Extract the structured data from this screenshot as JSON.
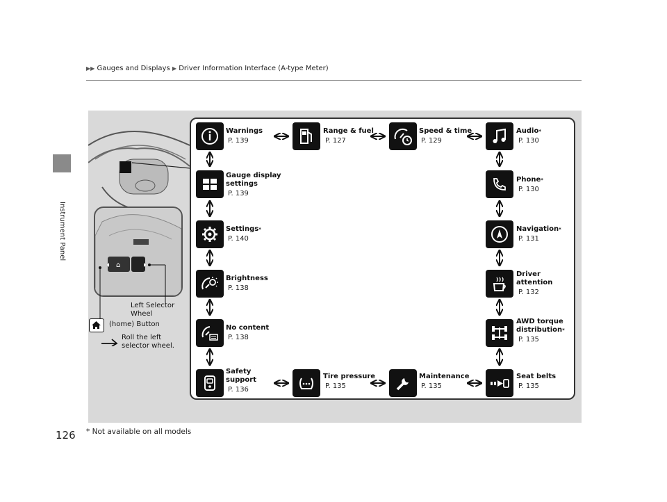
{
  "header": {
    "breadcrumb_1": "Gauges and Displays",
    "breadcrumb_2": "Driver Information Interface (A-type Meter)"
  },
  "side_label": "Instrument Panel",
  "page_number": "126",
  "footnote": "* Not available on all models",
  "annotations": {
    "left_selector": "Left Selector\nWheel",
    "home_button": "(home) Button",
    "roll": "Roll the left\nselector wheel."
  },
  "menu": {
    "warnings": {
      "label": "Warnings",
      "page": "P. 139"
    },
    "range_fuel": {
      "label": "Range & fuel",
      "page": "P. 127"
    },
    "speed_time": {
      "label": "Speed & time",
      "page": "P. 129"
    },
    "audio": {
      "label": "Audio",
      "page": "P. 130",
      "star": "*"
    },
    "gauge_display": {
      "label": "Gauge display\nsettings",
      "page": "P. 139"
    },
    "phone": {
      "label": "Phone",
      "page": "P. 130",
      "star": "*"
    },
    "settings": {
      "label": "Settings",
      "page": "P. 140",
      "star": "*"
    },
    "navigation": {
      "label": "Navigation",
      "page": "P. 131",
      "star": "*"
    },
    "brightness": {
      "label": "Brightness",
      "page": "P. 138"
    },
    "driver_attention": {
      "label": "Driver\nattention",
      "page": "P. 132"
    },
    "no_content": {
      "label": "No content",
      "page": "P. 138"
    },
    "awd": {
      "label": "AWD torque\ndistribution",
      "page": "P. 135",
      "star": "*"
    },
    "safety": {
      "label": "Safety\nsupport",
      "page": "P. 136"
    },
    "tire": {
      "label": "Tire pressure",
      "page": "P. 135"
    },
    "maintenance": {
      "label": "Maintenance",
      "page": "P. 135"
    },
    "seat_belts": {
      "label": "Seat belts",
      "page": "P. 135"
    }
  }
}
